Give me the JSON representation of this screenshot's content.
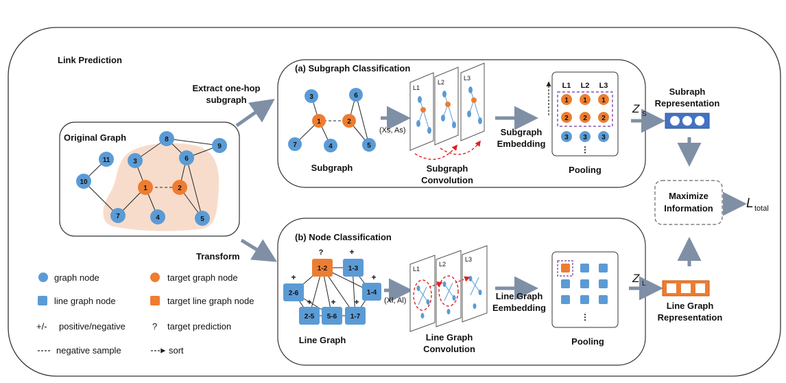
{
  "colors": {
    "graph_node": "#5b9bd5",
    "target_node": "#ed7d31",
    "region": "#f8dccb",
    "arrow": "#7f8fa6",
    "dashed_accent": "#7030a0",
    "red_dash": "#e02020",
    "box_stroke": "#333333"
  },
  "labels": {
    "link_prediction": "Link Prediction",
    "extract_line1": "Extract one-hop",
    "extract_line2": "subgraph",
    "transform": "Transform",
    "original_graph": "Original Graph",
    "panel_a_title": "(a) Subgraph Classification",
    "panel_b_title": "(b) Node Classification",
    "subgraph": "Subgraph",
    "subgraph_conv_1": "Subgraph",
    "subgraph_conv_2": "Convolution",
    "subgraph_emb_1": "Subgraph",
    "subgraph_emb_2": "Embedding",
    "pooling_a": "Pooling",
    "pooling_b": "Pooling",
    "xs_as": "(Xs, As)",
    "xl_al": "(Xl, Al)",
    "zs": "Z",
    "zs_sub": "S",
    "zl": "Z",
    "zl_sub": "L",
    "subgraph_repr_1": "Subraph",
    "subgraph_repr_2": "Representation",
    "line_graph_repr_1": "Line Graph",
    "line_graph_repr_2": "Representation",
    "maximize_1": "Maximize",
    "maximize_2": "Information",
    "loss": "L",
    "loss_sub": "total",
    "line_graph": "Line Graph",
    "line_conv_1": "Line Graph",
    "line_conv_2": "Convolution",
    "line_emb_1": "Line Graph",
    "line_emb_2": "Eembedding",
    "layer_l1": "L1",
    "layer_l2": "L2",
    "layer_l3": "L3",
    "ellipsis": "⋮"
  },
  "original_graph_nodes": {
    "n8": "8",
    "n9": "9",
    "n11": "11",
    "n3": "3",
    "n6": "6",
    "n10": "10",
    "n1": "1",
    "n2": "2",
    "n7": "7",
    "n4": "4",
    "n5": "5"
  },
  "subgraph_nodes": {
    "n3": "3",
    "n6": "6",
    "n1": "1",
    "n2": "2",
    "n7": "7",
    "n4": "4",
    "n5": "5"
  },
  "pooling_a_rows": [
    [
      "1",
      "1",
      "1"
    ],
    [
      "2",
      "2",
      "2"
    ],
    [
      "3",
      "3",
      "3"
    ]
  ],
  "line_graph_nodes": {
    "q": "?",
    "n12": "1-2",
    "n13": "1-3",
    "n26": "2-6",
    "n14": "1-4",
    "n25": "2-5",
    "n56": "5-6",
    "n17": "1-7",
    "plus": "+"
  },
  "legend": [
    {
      "shape": "circle",
      "color": "#5b9bd5",
      "label": "graph node"
    },
    {
      "shape": "circle",
      "color": "#ed7d31",
      "label": "target graph node"
    },
    {
      "shape": "square",
      "color": "#5b9bd5",
      "label": "line graph node"
    },
    {
      "shape": "square",
      "color": "#ed7d31",
      "label": "target line graph node"
    },
    {
      "shape": "text",
      "symbol": "+/-",
      "label": "positive/negative"
    },
    {
      "shape": "text",
      "symbol": "?",
      "label": "target prediction"
    },
    {
      "shape": "dash",
      "symbol": "---",
      "label": "negative sample"
    },
    {
      "shape": "arrow",
      "symbol": "- →",
      "label": "sort"
    }
  ]
}
